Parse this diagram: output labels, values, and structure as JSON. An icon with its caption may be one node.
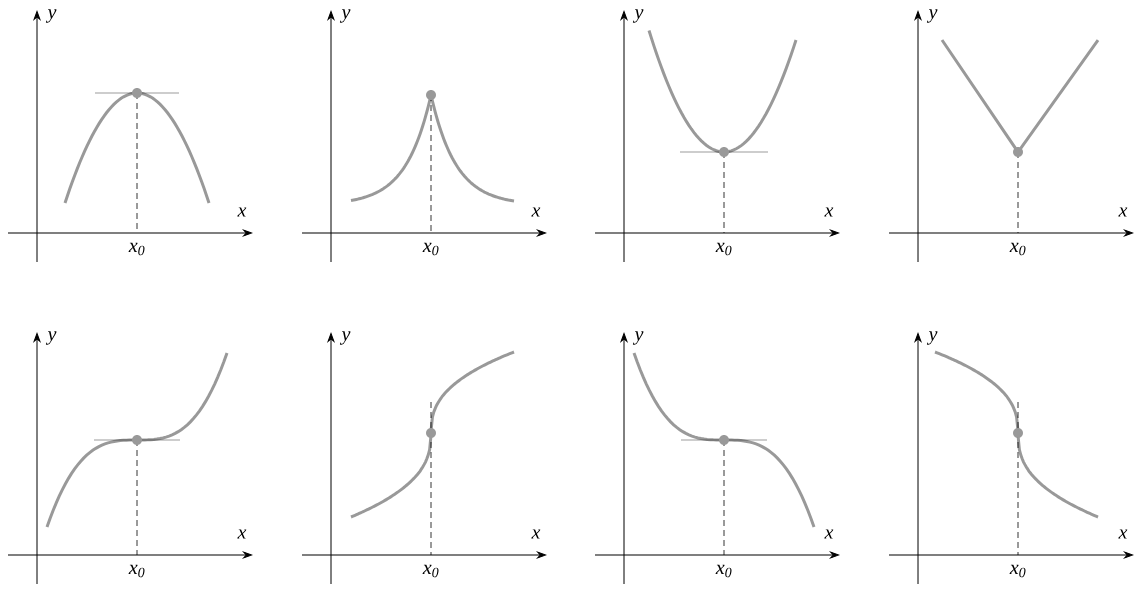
{
  "diagram": {
    "labels": [
      "y",
      "x",
      "x$_{0}$",
      "y",
      "x",
      "x$_{0}$",
      "y",
      "x",
      "x$_{0}$",
      "y",
      "x",
      "x$_{0}$",
      "y",
      "x",
      "x$_{0}$",
      "y",
      "x",
      "x$_{0}$",
      "y",
      "x",
      "x$_{0}$",
      "y",
      "x",
      "x$_{0}$"
    ]
  }
}
